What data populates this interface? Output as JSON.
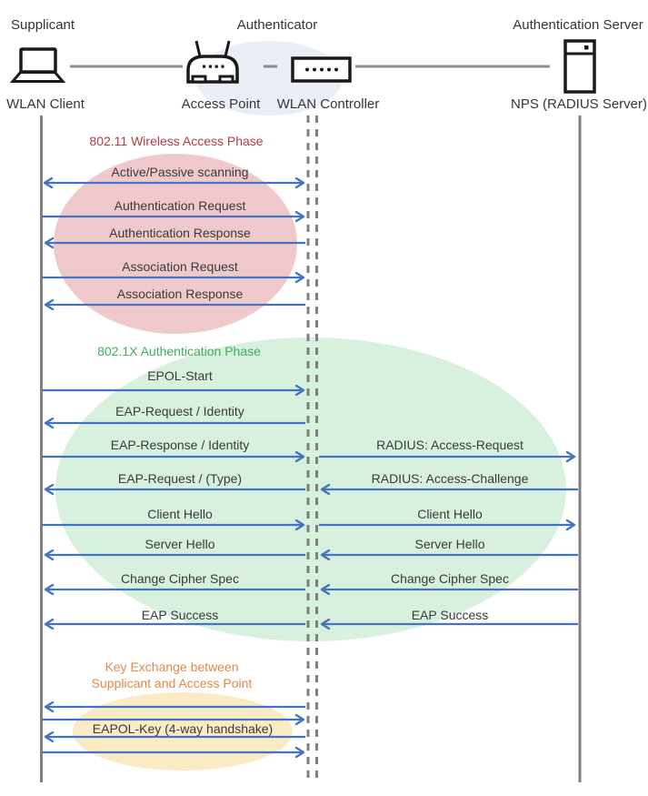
{
  "header": {
    "roles": {
      "supplicant": "Supplicant",
      "authenticator": "Authenticator",
      "auth_server": "Authentication Server"
    },
    "devices": {
      "client": "WLAN Client",
      "access_point": "Access Point",
      "controller": "WLAN Controller",
      "server": "NPS (RADIUS Server)"
    }
  },
  "phases": {
    "p1": {
      "title": "802.11 Wireless Access Phase",
      "title_color": "#B13A41",
      "ellipse_color": "#F0C9CD"
    },
    "p2": {
      "title": "802.1X Authentication Phase",
      "title_color": "#3FAE5E",
      "ellipse_color": "#D8F0DE"
    },
    "p3": {
      "title_line1": "Key Exchange between",
      "title_line2": "Supplicant and Access Point",
      "title_color": "#E08A4E",
      "ellipse_color": "#FBEBC4"
    }
  },
  "messages": {
    "scanning": {
      "label": "Active/Passive scanning",
      "from": "WLAN Client",
      "to": "WLAN Controller",
      "direction": "both"
    },
    "auth_request": {
      "label": "Authentication Request",
      "from": "WLAN Client",
      "to": "WLAN Controller",
      "direction": "right"
    },
    "auth_response": {
      "label": "Authentication Response",
      "from": "WLAN Controller",
      "to": "WLAN Client",
      "direction": "left"
    },
    "assoc_request": {
      "label": "Association Request",
      "from": "WLAN Client",
      "to": "WLAN Controller",
      "direction": "right"
    },
    "assoc_response": {
      "label": "Association Response",
      "from": "WLAN Controller",
      "to": "WLAN Client",
      "direction": "left"
    },
    "epol_start": {
      "label": "EPOL-Start",
      "from": "WLAN Client",
      "to": "WLAN Controller",
      "direction": "right"
    },
    "eap_request_id": {
      "label": "EAP-Request / Identity",
      "from": "WLAN Controller",
      "to": "WLAN Client",
      "direction": "left"
    },
    "eap_response_id": {
      "label": "EAP-Response / Identity",
      "from": "WLAN Client",
      "to": "WLAN Controller",
      "direction": "right"
    },
    "radius_request": {
      "label": "RADIUS: Access-Request",
      "from": "WLAN Controller",
      "to": "NPS (RADIUS Server)",
      "direction": "right"
    },
    "eap_request_type": {
      "label": "EAP-Request / (Type)",
      "from": "WLAN Controller",
      "to": "WLAN Client",
      "direction": "left"
    },
    "radius_challenge": {
      "label": "RADIUS: Access-Challenge",
      "from": "NPS (RADIUS Server)",
      "to": "WLAN Controller",
      "direction": "left"
    },
    "client_hello_l": {
      "label": "Client Hello",
      "from": "WLAN Client",
      "to": "WLAN Controller",
      "direction": "right"
    },
    "client_hello_r": {
      "label": "Client Hello",
      "from": "WLAN Controller",
      "to": "NPS (RADIUS Server)",
      "direction": "right"
    },
    "server_hello_l": {
      "label": "Server Hello",
      "from": "WLAN Controller",
      "to": "WLAN Client",
      "direction": "left"
    },
    "server_hello_r": {
      "label": "Server Hello",
      "from": "NPS (RADIUS Server)",
      "to": "WLAN Controller",
      "direction": "left"
    },
    "change_cipher_l": {
      "label": "Change Cipher Spec",
      "from": "WLAN Controller",
      "to": "WLAN Client",
      "direction": "left"
    },
    "change_cipher_r": {
      "label": "Change Cipher Spec",
      "from": "NPS (RADIUS Server)",
      "to": "WLAN Controller",
      "direction": "left"
    },
    "eap_success_l": {
      "label": "EAP Success",
      "from": "WLAN Controller",
      "to": "WLAN Client",
      "direction": "left"
    },
    "eap_success_r": {
      "label": "EAP Success",
      "from": "NPS (RADIUS Server)",
      "to": "WLAN Controller",
      "direction": "left"
    },
    "eapol_key": {
      "label": "EAPOL-Key (4-way handshake)",
      "from": "WLAN Client",
      "to": "WLAN Controller",
      "direction": "both"
    }
  },
  "colors": {
    "arrow": "#4472C4",
    "lifeline": "#7F7F7F",
    "connector": "#8C8C8C",
    "authenticator_halo": "#EBEEF7",
    "message_text": "#3A3A3A"
  }
}
